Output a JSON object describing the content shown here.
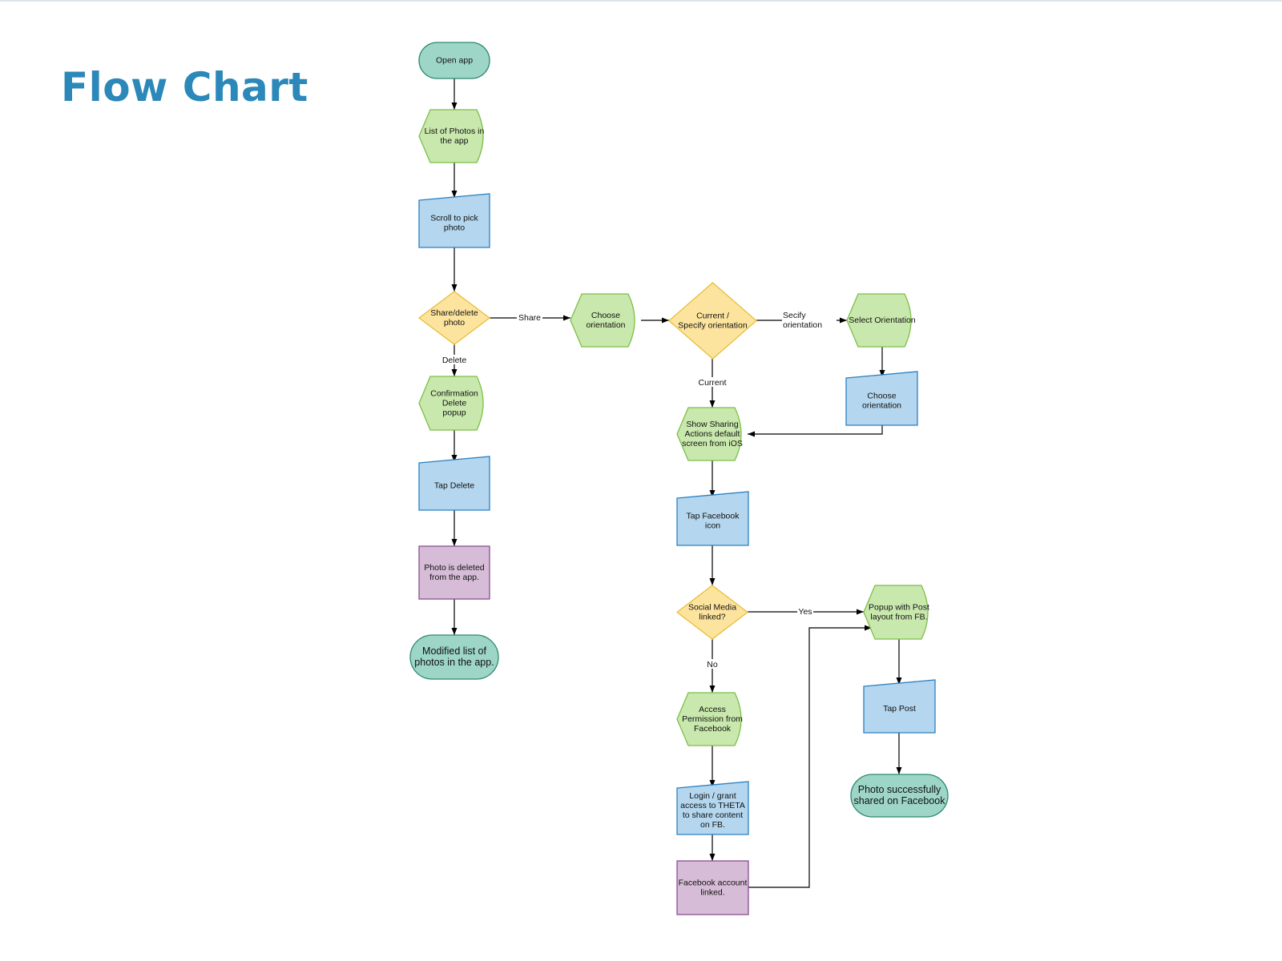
{
  "title": "Flow Chart",
  "colors": {
    "title": "#2b88b9",
    "terminal_fill": "#9dd6c6",
    "terminal_stroke": "#2e8a70",
    "display_fill": "#c9e8ad",
    "display_stroke": "#7cbf49",
    "input_fill": "#b4d6ee",
    "input_stroke": "#2a81c2",
    "decision_fill": "#fde49e",
    "decision_stroke": "#e8be3c",
    "process_fill": "#d6bcd6",
    "process_stroke": "#8b4f94"
  },
  "nodes": {
    "open_app": {
      "lines": [
        "Open app"
      ]
    },
    "list_photos": {
      "lines": [
        "List of Photos in",
        "the app"
      ]
    },
    "scroll_pick": {
      "lines": [
        "Scroll to pick",
        "photo"
      ]
    },
    "share_delete": {
      "lines": [
        "Share/delete",
        "photo"
      ]
    },
    "confirm_delete": {
      "lines": [
        "Confirmation",
        "Delete",
        "popup"
      ]
    },
    "tap_delete": {
      "lines": [
        "Tap Delete"
      ]
    },
    "photo_deleted": {
      "lines": [
        "Photo is deleted",
        "from the app."
      ]
    },
    "modified_list": {
      "lines": [
        "Modified list of",
        "photos in the app."
      ]
    },
    "choose_orientation_1": {
      "lines": [
        "Choose",
        "orientation"
      ]
    },
    "current_specify": {
      "lines": [
        "Current /",
        "Specify orientation"
      ]
    },
    "select_orientation": {
      "lines": [
        "Select Orientation"
      ]
    },
    "choose_orientation_2": {
      "lines": [
        "Choose",
        "orientation"
      ]
    },
    "show_sharing": {
      "lines": [
        "Show Sharing",
        "Actions default",
        "screen from iOS"
      ]
    },
    "tap_facebook": {
      "lines": [
        "Tap Facebook",
        "icon"
      ]
    },
    "social_linked": {
      "lines": [
        "Social Media",
        "linked?"
      ]
    },
    "access_permission": {
      "lines": [
        "Access",
        "Permission from",
        "Facebook"
      ]
    },
    "login_grant": {
      "lines": [
        "Login / grant",
        "access to THETA",
        "to share content",
        "on FB."
      ]
    },
    "fb_linked": {
      "lines": [
        "Facebook account",
        "linked."
      ]
    },
    "popup_post": {
      "lines": [
        "Popup with Post",
        "layout from FB."
      ]
    },
    "tap_post": {
      "lines": [
        "Tap Post"
      ]
    },
    "photo_shared": {
      "lines": [
        "Photo successfully",
        "shared on Facebook"
      ]
    }
  },
  "edge_labels": {
    "share": "Share",
    "delete": "Delete",
    "specify": [
      "Secify",
      "orientation"
    ],
    "current": "Current",
    "yes": "Yes",
    "no": "No"
  }
}
